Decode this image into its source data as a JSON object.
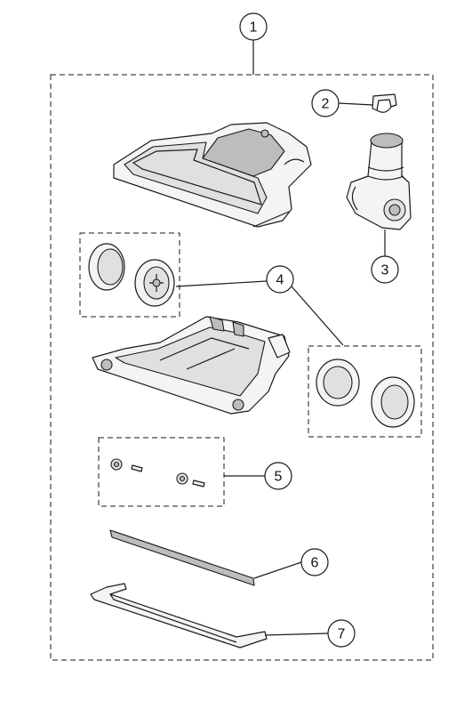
{
  "diagram": {
    "callouts": [
      {
        "id": "1",
        "label": "1"
      },
      {
        "id": "2",
        "label": "2"
      },
      {
        "id": "3",
        "label": "3"
      },
      {
        "id": "4",
        "label": "4"
      },
      {
        "id": "5",
        "label": "5"
      },
      {
        "id": "6",
        "label": "6"
      },
      {
        "id": "7",
        "label": "7"
      }
    ],
    "parts": [
      "top-cover",
      "clip",
      "elbow-connector",
      "wheel-pair-left",
      "base-plate",
      "wheel-pair-right",
      "axle-pins",
      "bumper-strip",
      "rear-bar"
    ]
  }
}
